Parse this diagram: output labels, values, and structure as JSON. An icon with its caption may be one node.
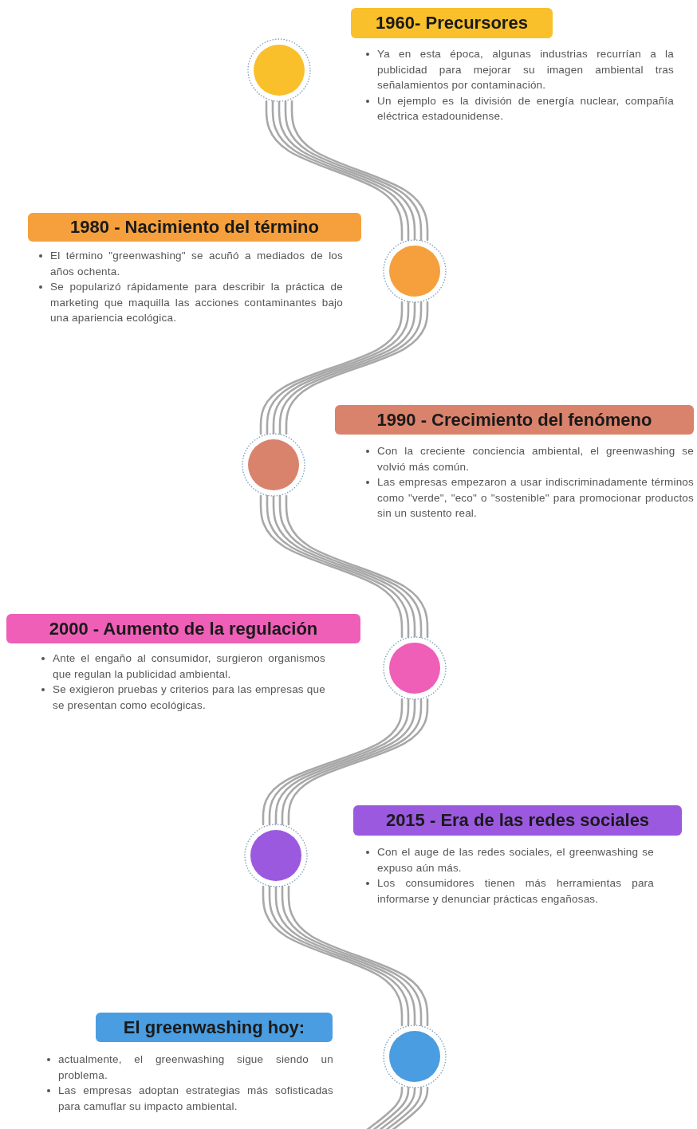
{
  "diagram": {
    "nodes": [
      {
        "text": [
          "1960- Precursores",
          "Ya en esta época, algunas industrias recurrían a la publicidad para mejorar su imagen ambiental tras señalamientos por contaminación.",
          "Un ejemplo es la división de energía nuclear, compañía eléctrica estadounidense."
        ]
      },
      {
        "text": [],
        "shape": "circle"
      },
      {
        "text": [
          "1980 - Nacimiento del término",
          "El término \"greenwashing\" se acuñó a mediados de los años ochenta.",
          "Se popularizó rápidamente para describir la práctica de marketing que maquilla las acciones contaminantes bajo una apariencia ecológica."
        ]
      },
      {
        "text": [],
        "shape": "circle"
      },
      {
        "text": [
          "1990 - Crecimiento del fenómeno",
          "Con la creciente conciencia ambiental, el greenwashing se volvió más común.",
          "Las empresas empezaron a usar indiscriminadamente términos como \"verde\", \"eco\" o \"sostenible\" para promocionar productos sin un sustento real."
        ]
      },
      {
        "text": [],
        "shape": "circle"
      },
      {
        "text": [
          "2000 - Aumento de la regulación",
          "Ante el engaño al consumidor, surgieron organismos que regulan la publicidad ambiental.",
          "Se exigieron pruebas y criterios para las empresas que se presentan como ecológicas."
        ]
      },
      {
        "text": [],
        "shape": "circle"
      },
      {
        "text": [
          "2015 - Era de las redes sociales",
          "Con el auge de las redes sociales, el greenwashing se expuso aún más.",
          "Los consumidores tienen más herramientas para informarse y denunciar prácticas engañosas."
        ]
      },
      {
        "text": [],
        "shape": "circle"
      },
      {
        "text": [
          "El greenwashing hoy:",
          "actualmente, el greenwashing sigue siendo un problema.",
          "Las empresas adoptan estrategias más sofisticadas para camuflar su impacto ambiental."
        ]
      },
      {
        "text": [],
        "shape": "circle"
      }
    ],
    "edges": [
      {
        "from": 1,
        "to": 3,
        "arrow": "none"
      },
      {
        "from": 3,
        "to": 5,
        "arrow": "none"
      },
      {
        "from": 5,
        "to": 7,
        "arrow": "none"
      },
      {
        "from": 7,
        "to": 9,
        "arrow": "none"
      },
      {
        "from": 9,
        "to": 11,
        "arrow": "none"
      },
      {
        "from": 11,
        "to": null,
        "arrow": "none"
      }
    ]
  }
}
